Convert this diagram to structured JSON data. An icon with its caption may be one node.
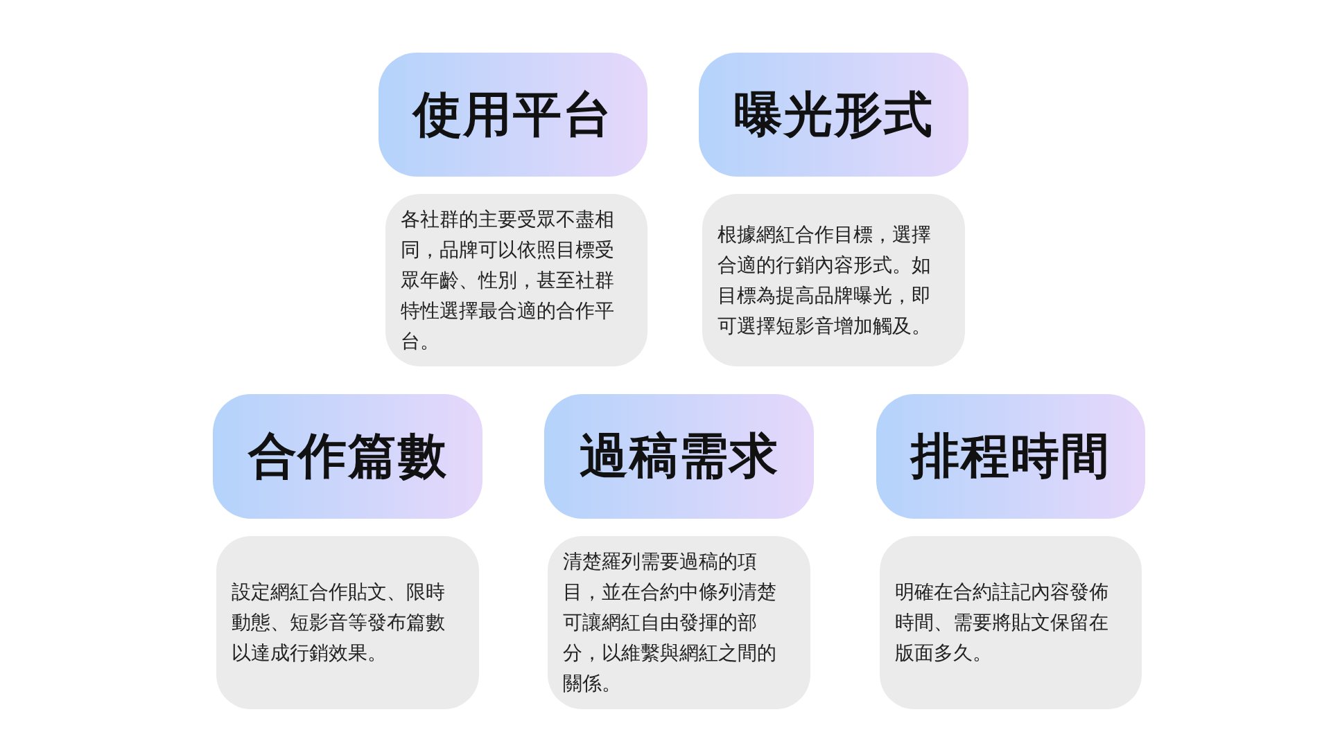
{
  "diagram": {
    "nodes": [
      {
        "text": [
          "使用平台"
        ]
      },
      {
        "text": [
          "曝光形式"
        ]
      },
      {
        "text": [
          "各社群的主要受眾不盡相同，品牌可以依照目標受眾年齡、性別，甚至社群特性選擇最合適的合作平台。"
        ]
      },
      {
        "text": [
          "根據網紅合作目標，選擇合適的行銷內容形式。如目標為提高品牌曝光，即可選擇短影音增加觸及。"
        ]
      },
      {
        "text": [
          "合作篇數"
        ]
      },
      {
        "text": [
          "過稿需求"
        ]
      },
      {
        "text": [
          "排程時間"
        ]
      },
      {
        "text": [
          "設定網紅合作貼文、限時動態、短影音等發布篇數以達成行銷效果。"
        ]
      },
      {
        "text": [
          "清楚羅列需要過稿的項目，並在合約中條列清楚可讓網紅自由發揮的部分，以維繫與網紅之間的關係。"
        ]
      },
      {
        "text": [
          "明確在合約註記內容發佈時間、需要將貼文保留在版面多久。"
        ]
      }
    ],
    "edges": []
  }
}
